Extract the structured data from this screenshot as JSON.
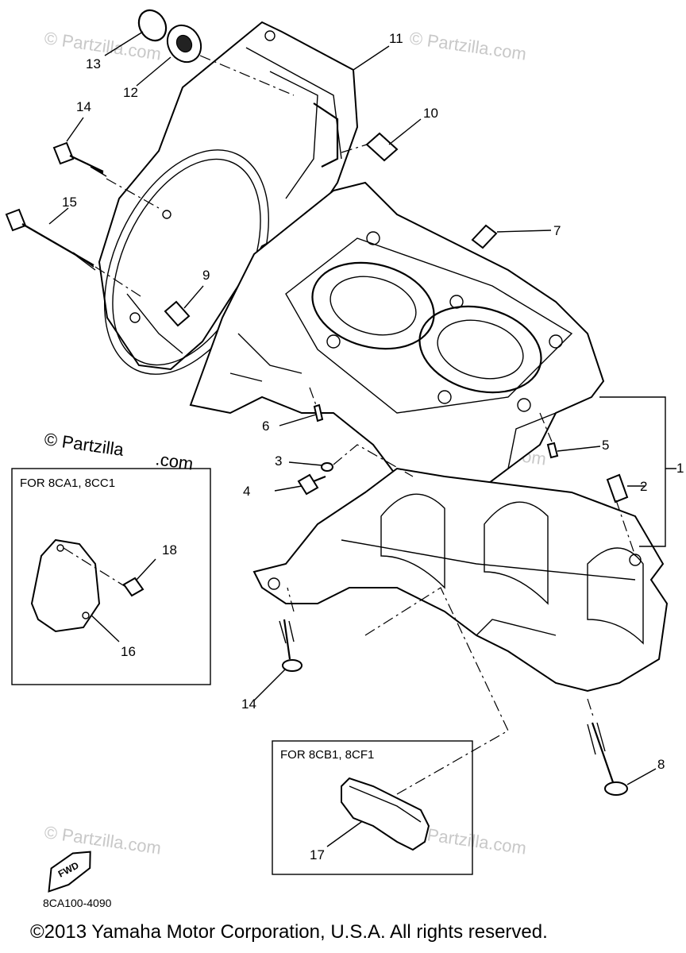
{
  "callouts": {
    "c1": "1",
    "c2": "2",
    "c3": "3",
    "c4": "4",
    "c5": "5",
    "c6": "6",
    "c7": "7",
    "c8": "8",
    "c9": "9",
    "c10": "10",
    "c11": "11",
    "c12": "12",
    "c13": "13",
    "c14a": "14",
    "c14b": "14",
    "c15": "15",
    "c16": "16",
    "c17": "17",
    "c18": "18"
  },
  "boxes": {
    "left_label": "FOR 8CA1, 8CC1",
    "right_label": "FOR 8CB1, 8CF1"
  },
  "watermark": {
    "text": "© Partzilla.com",
    "text_a": "© Partzilla",
    "text_b": ".com"
  },
  "fwd_label": "FWD",
  "drawing_code": "8CA100-4090",
  "copyright": "©2013 Yamaha Motor Corporation, U.S.A. All rights reserved."
}
